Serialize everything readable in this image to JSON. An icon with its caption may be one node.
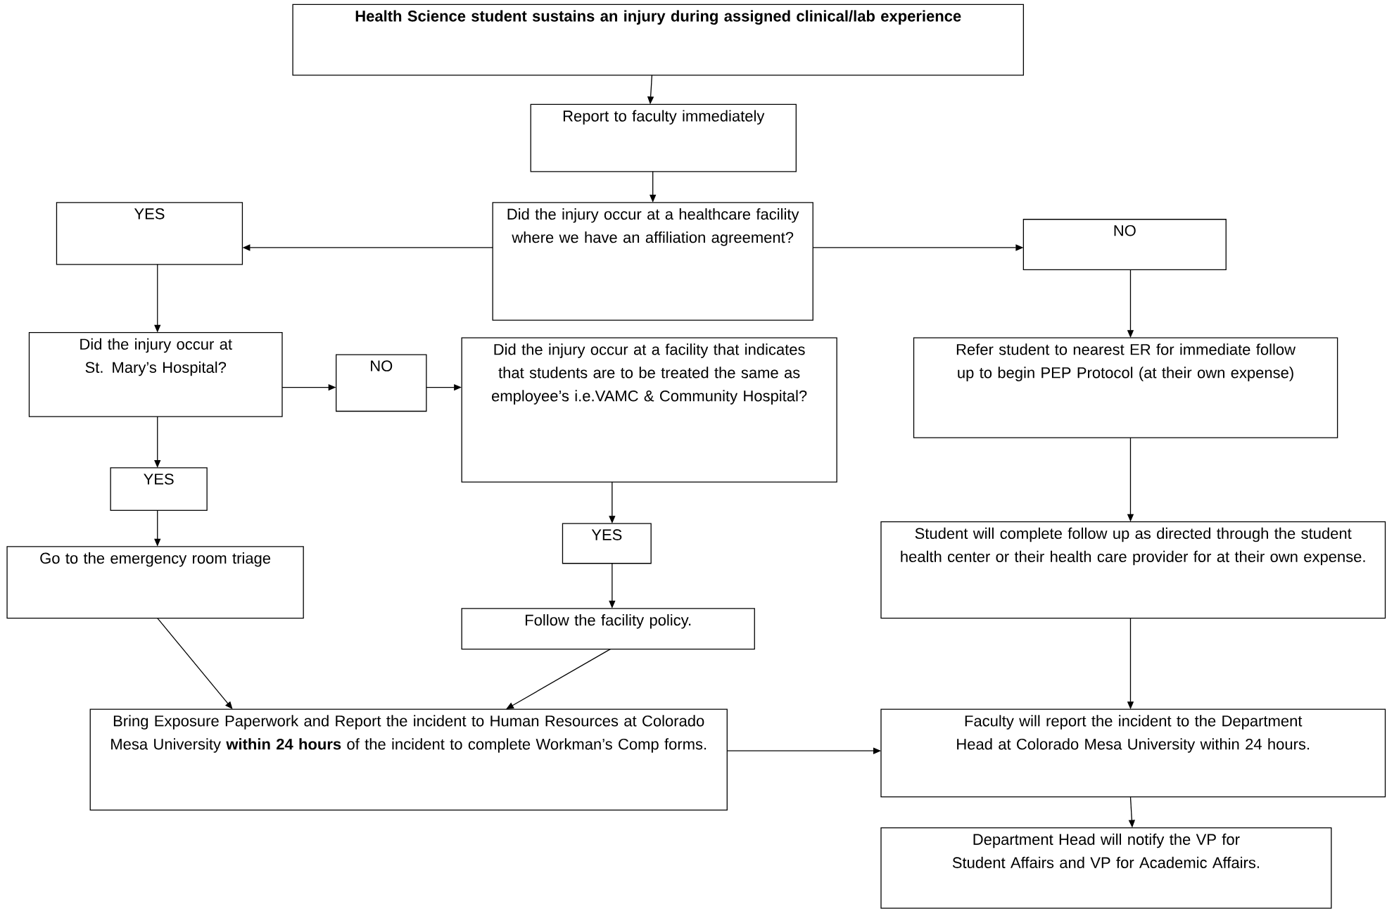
{
  "diagram": {
    "nodes": [
      {
        "text": [
          "Health Science student sustains an injury during assigned clinical/lab experience"
        ]
      },
      {
        "text": [
          "Report to faculty immediately"
        ]
      },
      {
        "text": [
          "Did the injury occur at a healthcare facility where we have an affiliation agreement?"
        ]
      },
      {
        "text": [
          "YES"
        ]
      },
      {
        "text": [
          "NO"
        ]
      },
      {
        "text": [
          "Did the injury occur at St. Mary’s Hospital?"
        ]
      },
      {
        "text": [
          "NO"
        ]
      },
      {
        "text": [
          "Did the injury occur at a facility that indicates that students are to be treated the same as employee’s i.e.VAMC & Community Hospital?"
        ]
      },
      {
        "text": [
          "Refer student to nearest ER for immediate follow up to begin PEP Protocol (at their own expense)"
        ]
      },
      {
        "text": [
          "YES"
        ]
      },
      {
        "text": [
          "Go to the emergency room triage"
        ]
      },
      {
        "text": [
          "YES"
        ]
      },
      {
        "text": [
          "Follow the facility policy."
        ]
      },
      {
        "text": [
          "Student will complete follow up as directed through the student health center or their health care provider for at their own expense."
        ]
      },
      {
        "text": [
          "Bring Exposure Paperwork and Report the incident to Human Resources at Colorado Mesa University **within 24 hours** of the incident to complete Workman’s Comp forms."
        ]
      },
      {
        "text": [
          "Faculty will report the incident to the Department Head at Colorado Mesa University within 24 hours."
        ]
      },
      {
        "text": [
          "Department Head will notify the VP for Student Affairs and VP for Academic Affairs."
        ]
      }
    ],
    "edges": [
      {
        "from": 0,
        "to": 1,
        "arrow": "to"
      },
      {
        "from": 1,
        "to": 2,
        "arrow": "to"
      },
      {
        "from": 2,
        "to": 3,
        "arrow": "to"
      },
      {
        "from": 2,
        "to": 4,
        "arrow": "to"
      },
      {
        "from": 3,
        "to": 5,
        "arrow": "to"
      },
      {
        "from": 5,
        "to": 6,
        "arrow": "to"
      },
      {
        "from": 6,
        "to": 7,
        "arrow": "to"
      },
      {
        "from": 4,
        "to": 8,
        "arrow": "to"
      },
      {
        "from": 5,
        "to": 9,
        "arrow": "to"
      },
      {
        "from": 9,
        "to": 10,
        "arrow": "to"
      },
      {
        "from": 7,
        "to": 11,
        "arrow": "to"
      },
      {
        "from": 11,
        "to": 12,
        "arrow": "to"
      },
      {
        "from": 8,
        "to": 13,
        "arrow": "to"
      },
      {
        "from": 10,
        "to": 14,
        "arrow": "to"
      },
      {
        "from": 12,
        "to": 14,
        "arrow": "to"
      },
      {
        "from": 13,
        "to": 15,
        "arrow": "to"
      },
      {
        "from": 14,
        "to": 15,
        "arrow": "to"
      },
      {
        "from": 15,
        "to": 16,
        "arrow": "to"
      }
    ]
  }
}
